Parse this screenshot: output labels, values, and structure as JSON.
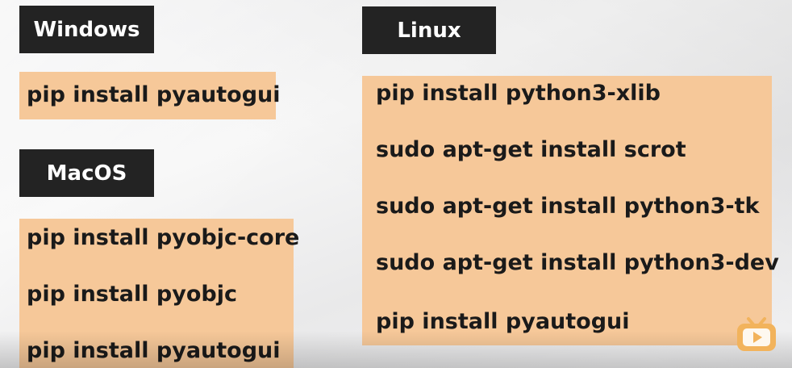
{
  "windows": {
    "title": "Windows",
    "commands": [
      "pip install pyautogui"
    ]
  },
  "macos": {
    "title": "MacOS",
    "commands": [
      "pip install pyobjc-core",
      "pip install pyobjc",
      "pip install pyautogui"
    ]
  },
  "linux": {
    "title": "Linux",
    "commands": [
      "pip install python3-xlib",
      "sudo apt-get install scrot",
      "sudo apt-get install python3-tk",
      "sudo apt-get install python3-dev",
      "pip install pyautogui"
    ]
  },
  "colors": {
    "label_background": "#232323",
    "command_background": "#f6c899",
    "logo": "#f2b35c"
  },
  "icons": {
    "watermark": "bilibili-tv-logo"
  }
}
